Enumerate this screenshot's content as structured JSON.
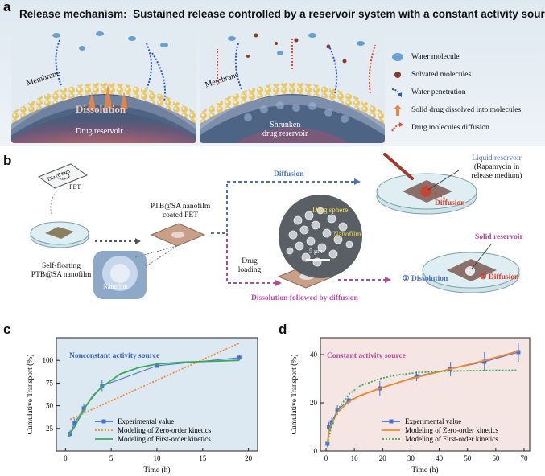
{
  "panel_a": {
    "label": "a",
    "title_bold": "Release mechanism",
    "title_colon": ":",
    "title_rest": "Sustained release controlled by a reservoir system with a constant activity source",
    "left_scene": {
      "membrane": "Membrane",
      "dissolution": "Dissolution",
      "reservoir": "Drug reservoir"
    },
    "right_scene": {
      "membrane": "Membrane",
      "reservoir_line1": "Shrunken",
      "reservoir_line2": "drug reservoir"
    },
    "legend": [
      {
        "icon": "water-molecule-icon",
        "label": "Water molecule"
      },
      {
        "icon": "solvated-molecule-icon",
        "label": "Solvated molecules"
      },
      {
        "icon": "water-penetration-arrow-icon",
        "label": "Water penetration"
      },
      {
        "icon": "solid-drug-arrow-icon",
        "label": "Solid drug dissolved into molecules"
      },
      {
        "icon": "drug-diffusion-arrow-icon",
        "label": "Drug molecules diffusion"
      }
    ]
  },
  "panel_b": {
    "label": "b",
    "dia": "Dia. 6 mm",
    "pet": "PET",
    "self_floating_1": "Self-floating",
    "self_floating_2": "PTB@SA nanofilm",
    "nanofilm_inset": "Nanofilm",
    "coated_1": "PTB@SA nanofilm",
    "coated_2": "coated PET",
    "diffusion": "Diffusion",
    "drug_loading_1": "Drug",
    "drug_loading_2": "loading",
    "drug_sphere": "Drug sphere",
    "nanofilm_sem": "Nanofilm",
    "scale": "5 μm",
    "dissolution_followed": "Dissolution followed by diffusion",
    "liquid_reservoir": "Liquid reservoir",
    "rapamycin_1": "(Rapamycin in",
    "rapamycin_2": "release medium)",
    "diffusion_liquid": "Diffusion",
    "solid_reservoir": "Solid reservoir",
    "dissolution_solid": "① Dissolution",
    "diffusion_solid": "② Diffusion"
  },
  "colors": {
    "blue": "#4a6fc0",
    "magenta": "#b54a9a",
    "orange": "#f08a2a",
    "green": "#3aaa5a",
    "expt": "#4a6fd0",
    "red": "#d23c2c"
  },
  "chart_data": [
    {
      "label": "c",
      "type": "line",
      "title": "Nonconstant activity source",
      "xlabel": "Time (h)",
      "ylabel": "Cumulative Transport (%)",
      "xlim": [
        -1,
        21
      ],
      "ylim": [
        0,
        125
      ],
      "xticks": [
        0,
        5,
        10,
        15,
        20
      ],
      "yticks": [
        25,
        50,
        75,
        100
      ],
      "legend_position": "bottom-left",
      "series": [
        {
          "name": "Experimental value",
          "style": "points-errorbars",
          "x": [
            0.5,
            1,
            2,
            4,
            10,
            19
          ],
          "y": [
            19,
            31,
            47,
            72,
            94,
            103
          ],
          "err": [
            4,
            5,
            5,
            6,
            2,
            3
          ]
        },
        {
          "name": "Modeling of Zero-order kinetics",
          "style": "dotted",
          "x": [
            0.5,
            19
          ],
          "y": [
            35,
            119
          ]
        },
        {
          "name": "Modeling of First-order kinetics",
          "style": "solid",
          "x": [
            0.3,
            1,
            2,
            3,
            4,
            6,
            8,
            10,
            13,
            16,
            19
          ],
          "y": [
            16,
            27,
            46,
            61,
            71,
            85,
            92,
            96,
            98,
            99,
            100
          ]
        }
      ]
    },
    {
      "label": "d",
      "type": "line",
      "title": "Constant activity source",
      "xlabel": "Time (h)",
      "ylabel": "Cumulative Transport (%)",
      "xlim": [
        -2,
        72
      ],
      "ylim": [
        0,
        47
      ],
      "xticks": [
        0,
        10,
        20,
        30,
        40,
        50,
        60,
        70
      ],
      "yticks": [
        0,
        20,
        40
      ],
      "legend_position": "bottom-right",
      "series": [
        {
          "name": "Experimental value",
          "style": "points-errorbars",
          "x": [
            0.5,
            1,
            2,
            4,
            8,
            19,
            32,
            44,
            56,
            68
          ],
          "y": [
            3,
            10,
            12,
            17,
            21,
            26,
            31,
            34,
            37,
            41
          ],
          "err": [
            1.5,
            2,
            2,
            2,
            2,
            3,
            2,
            3,
            4,
            4
          ]
        },
        {
          "name": "Modeling of Zero-order kinetics",
          "style": "solid",
          "x": [
            0.5,
            1,
            2,
            4,
            8,
            12,
            19,
            30,
            44,
            56,
            68
          ],
          "y": [
            3,
            8,
            11.5,
            16,
            20.5,
            23,
            26,
            30,
            34,
            37.5,
            41.5
          ]
        },
        {
          "name": "Modeling of First-order kinetics",
          "style": "dotted",
          "x": [
            0.5,
            2,
            4,
            8,
            12,
            19,
            25,
            32,
            40,
            50,
            60,
            68
          ],
          "y": [
            3,
            11,
            17,
            23.5,
            27,
            30,
            31.5,
            32.5,
            33,
            33.3,
            33.5,
            33.5
          ]
        }
      ]
    }
  ]
}
